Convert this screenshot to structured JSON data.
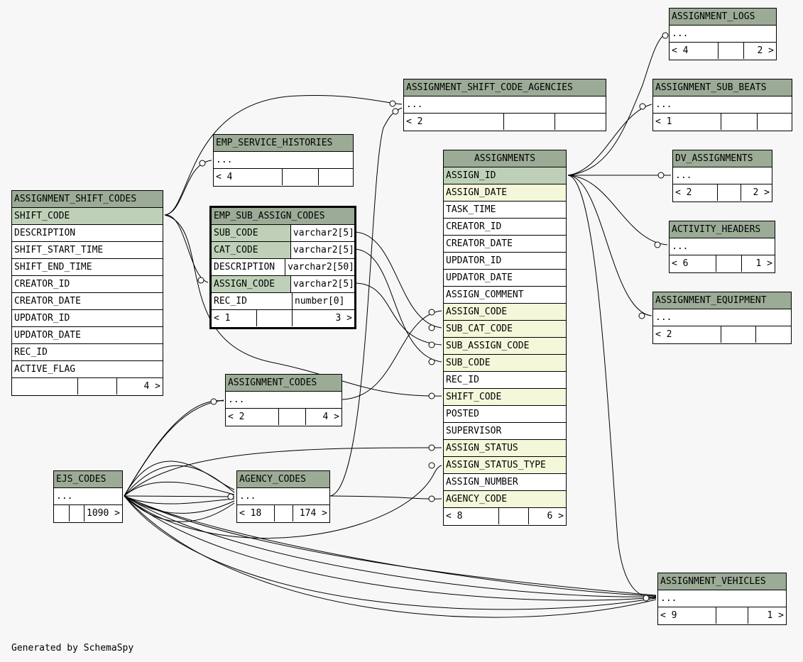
{
  "footer": "Generated by SchemaSpy",
  "tables": {
    "assignment_logs": {
      "name": "ASSIGNMENT_LOGS",
      "ellipsis": "...",
      "left": "< 4",
      "right": "2 >"
    },
    "assignment_shift_code_agencies": {
      "name": "ASSIGNMENT_SHIFT_CODE_AGENCIES",
      "ellipsis": "...",
      "left": "< 2",
      "right": ""
    },
    "assignment_sub_beats": {
      "name": "ASSIGNMENT_SUB_BEATS",
      "ellipsis": "...",
      "left": "< 1",
      "right": ""
    },
    "emp_service_histories": {
      "name": "EMP_SERVICE_HISTORIES",
      "ellipsis": "...",
      "left": "< 4",
      "right": ""
    },
    "dv_assignments": {
      "name": "DV_ASSIGNMENTS",
      "ellipsis": "...",
      "left": "< 2",
      "right": "2 >"
    },
    "activity_headers": {
      "name": "ACTIVITY_HEADERS",
      "ellipsis": "...",
      "left": "< 6",
      "right": "1 >"
    },
    "assignment_equipment": {
      "name": "ASSIGNMENT_EQUIPMENT",
      "ellipsis": "...",
      "left": "< 2",
      "right": ""
    },
    "assignment_codes": {
      "name": "ASSIGNMENT_CODES",
      "ellipsis": "...",
      "left": "< 2",
      "right": "4 >"
    },
    "ejs_codes": {
      "name": "EJS_CODES",
      "ellipsis": "...",
      "left": "",
      "right": "1090 >"
    },
    "agency_codes": {
      "name": "AGENCY_CODES",
      "ellipsis": "...",
      "left": "< 18",
      "right": "174 >"
    },
    "assignment_vehicles": {
      "name": "ASSIGNMENT_VEHICLES",
      "ellipsis": "...",
      "left": "< 9",
      "right": "1 >"
    },
    "assignment_shift_codes": {
      "name": "ASSIGNMENT_SHIFT_CODES",
      "columns": [
        "SHIFT_CODE",
        "DESCRIPTION",
        "SHIFT_START_TIME",
        "SHIFT_END_TIME",
        "CREATOR_ID",
        "CREATOR_DATE",
        "UPDATOR_ID",
        "UPDATOR_DATE",
        "REC_ID",
        "ACTIVE_FLAG"
      ],
      "left": "",
      "right": "4 >"
    },
    "emp_sub_assign_codes": {
      "name": "EMP_SUB_ASSIGN_CODES",
      "columns": [
        {
          "name": "SUB_CODE",
          "type": "varchar2[5]"
        },
        {
          "name": "CAT_CODE",
          "type": "varchar2[5]"
        },
        {
          "name": "DESCRIPTION",
          "type": "varchar2[50]"
        },
        {
          "name": "ASSIGN_CODE",
          "type": "varchar2[5]"
        },
        {
          "name": "REC_ID",
          "type": "number[0]"
        }
      ],
      "left": "< 1",
      "right": "3 >"
    },
    "assignments": {
      "name": "ASSIGNMENTS",
      "columns": [
        "ASSIGN_ID",
        "ASSIGN_DATE",
        "TASK_TIME",
        "CREATOR_ID",
        "CREATOR_DATE",
        "UPDATOR_ID",
        "UPDATOR_DATE",
        "ASSIGN_COMMENT",
        "ASSIGN_CODE",
        "SUB_CAT_CODE",
        "SUB_ASSIGN_CODE",
        "SUB_CODE",
        "REC_ID",
        "SHIFT_CODE",
        "POSTED",
        "SUPERVISOR",
        "ASSIGN_STATUS",
        "ASSIGN_STATUS_TYPE",
        "ASSIGN_NUMBER",
        "AGENCY_CODE"
      ],
      "left": "< 8",
      "right": "6 >"
    }
  }
}
